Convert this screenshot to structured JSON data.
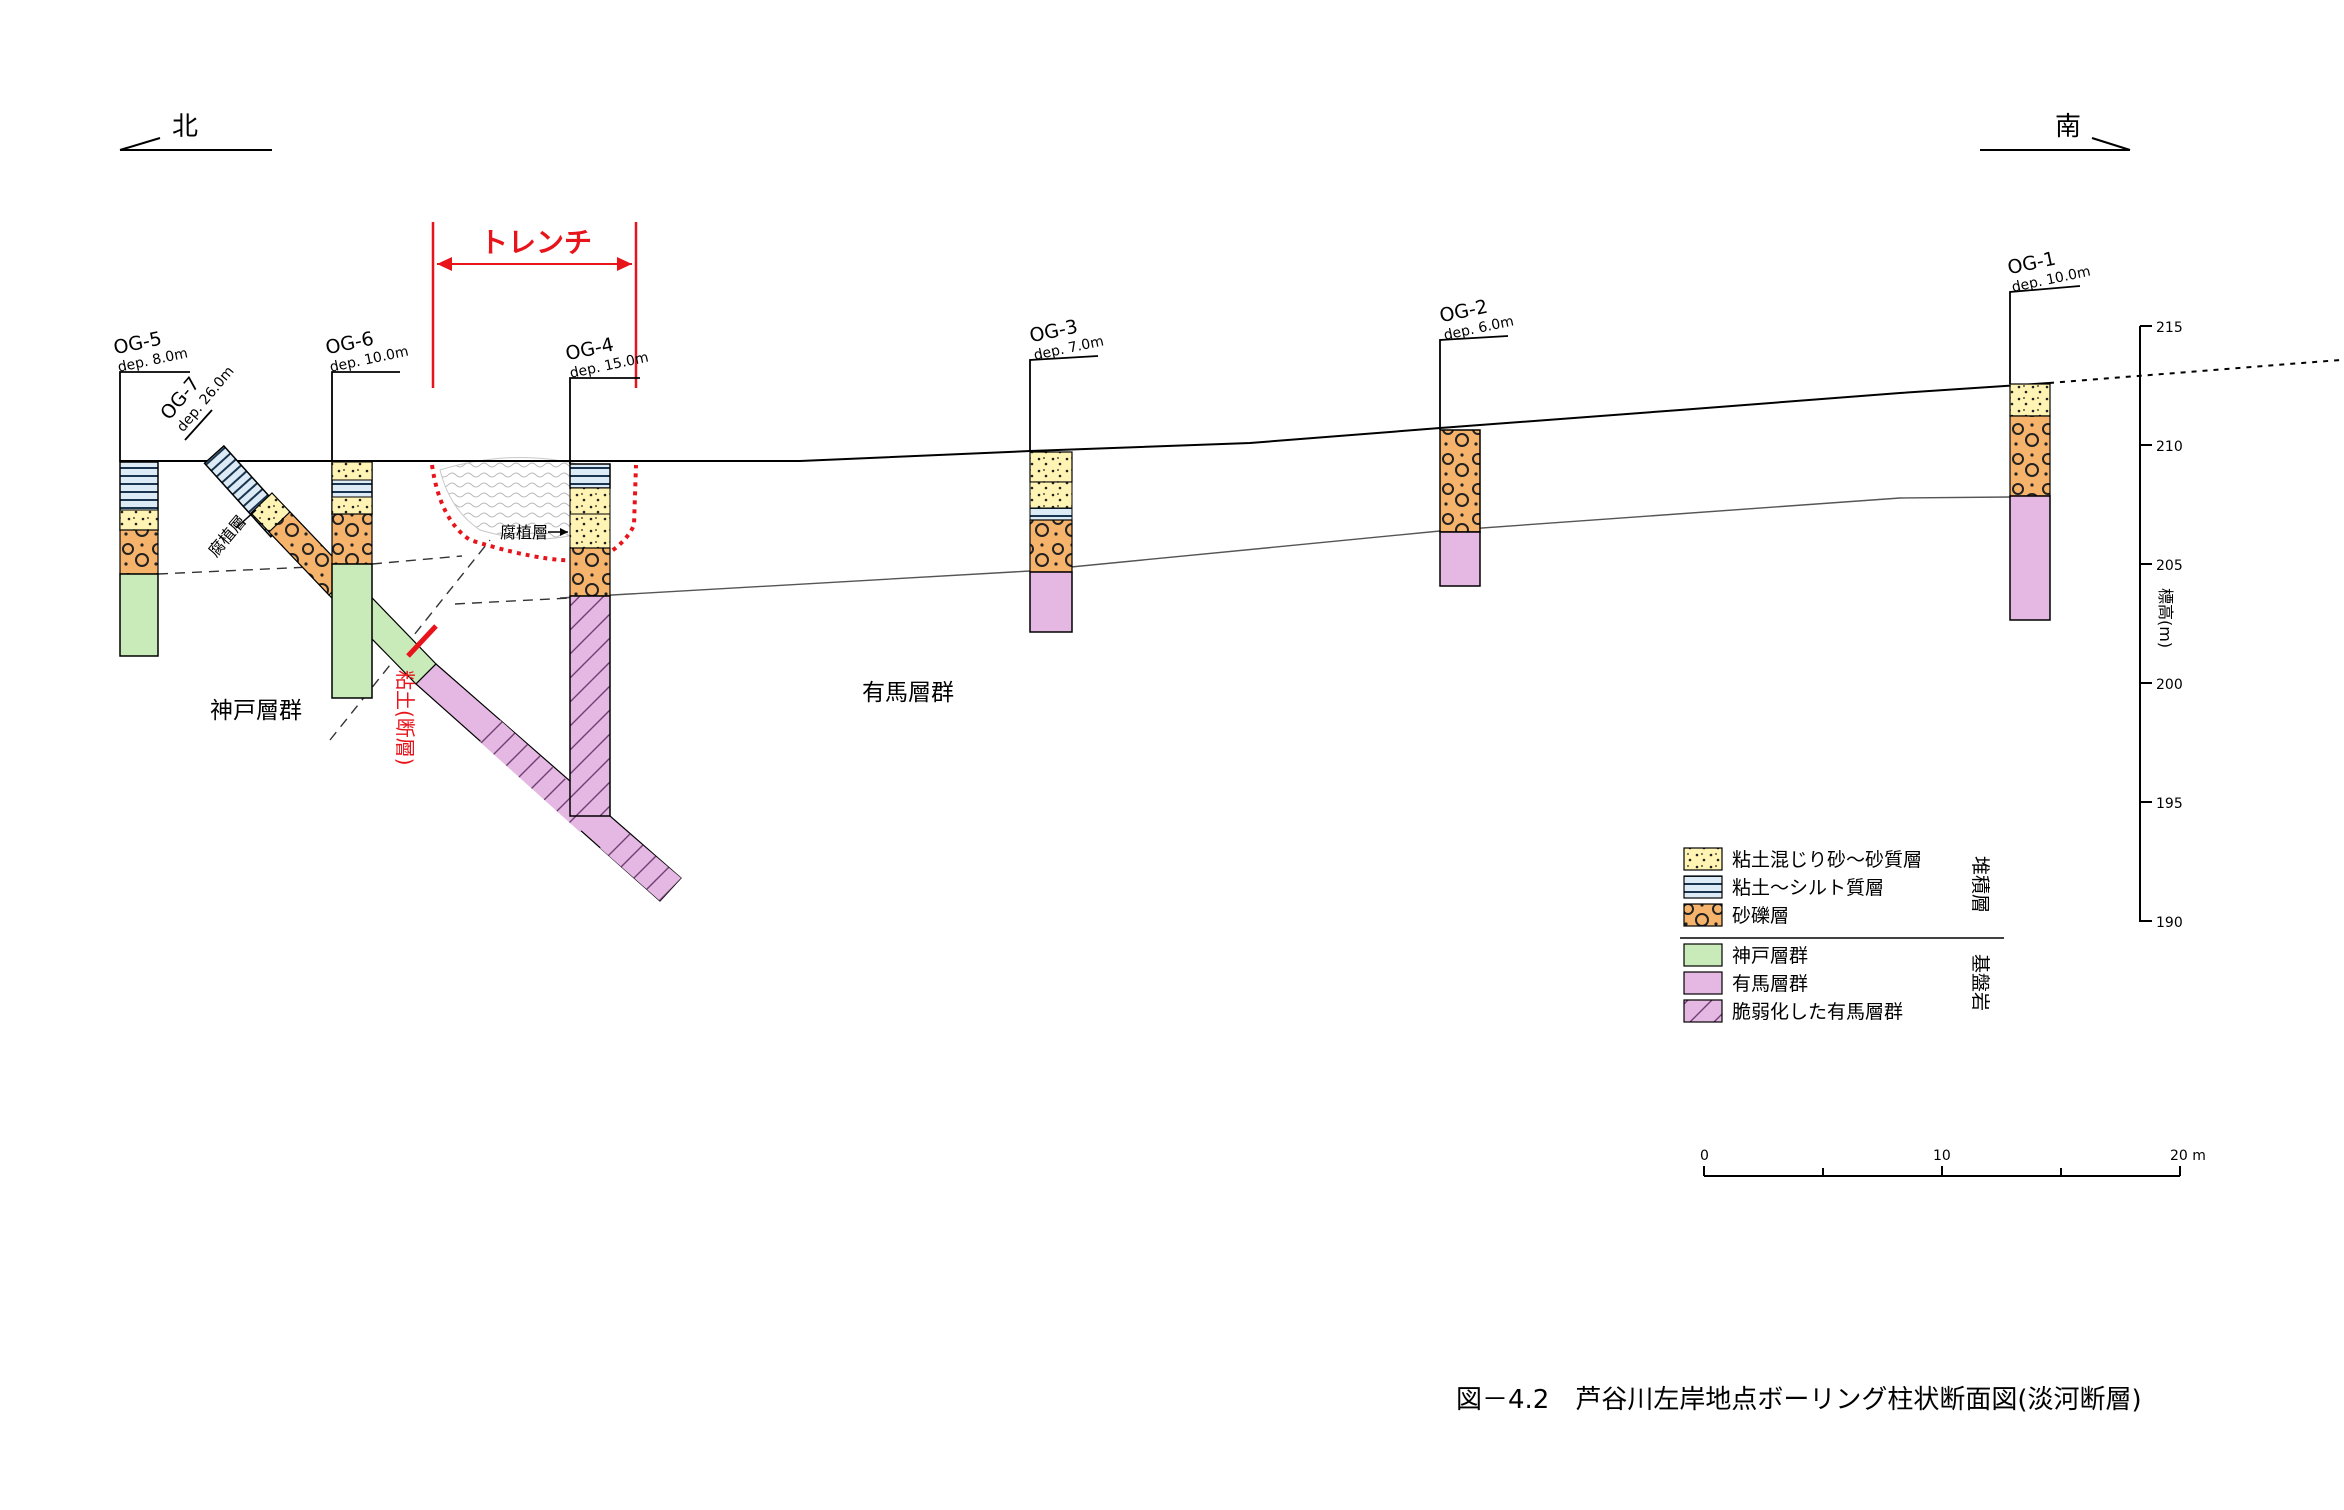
{
  "directions": {
    "north": "北",
    "south": "南"
  },
  "trench": {
    "label": "トレンチ",
    "color": "#e8141b"
  },
  "boreholes": [
    {
      "id": "OG-5",
      "depth": "dep. 8.0m"
    },
    {
      "id": "OG-7",
      "depth": "dep. 26.0m"
    },
    {
      "id": "OG-6",
      "depth": "dep. 10.0m"
    },
    {
      "id": "OG-4",
      "depth": "dep. 15.0m"
    },
    {
      "id": "OG-3",
      "depth": "dep. 7.0m"
    },
    {
      "id": "OG-2",
      "depth": "dep. 6.0m"
    },
    {
      "id": "OG-1",
      "depth": "dep. 10.0m"
    }
  ],
  "annotations": {
    "humus_og7": "腐植層",
    "humus_og4": "腐植層",
    "kobe_group": "神戸層群",
    "arima_group": "有馬層群",
    "fault_clay": "粘土(断層)"
  },
  "elevation_axis": {
    "label": "標高(m)",
    "ticks": [
      "215",
      "210",
      "205",
      "200",
      "195",
      "190"
    ]
  },
  "scale_bar": {
    "ticks": [
      "0",
      "10",
      "20 m"
    ]
  },
  "legend": {
    "sediment_group": "堆積層",
    "bedrock_group": "基盤岩",
    "items": [
      {
        "label": "粘土混じり砂～砂質層",
        "color": "#fff4b3"
      },
      {
        "label": "粘土～シルト質層",
        "color": "#dcebf5"
      },
      {
        "label": "砂礫層",
        "color": "#f6b36b"
      },
      {
        "label": "神戸層群",
        "color": "#c9eab9"
      },
      {
        "label": "有馬層群",
        "color": "#e4b8e2"
      },
      {
        "label": "脆弱化した有馬層群",
        "color": "#e4b8e2"
      }
    ]
  },
  "caption": "図－4.2　芦谷川左岸地点ボーリング柱状断面図(淡河断層)"
}
